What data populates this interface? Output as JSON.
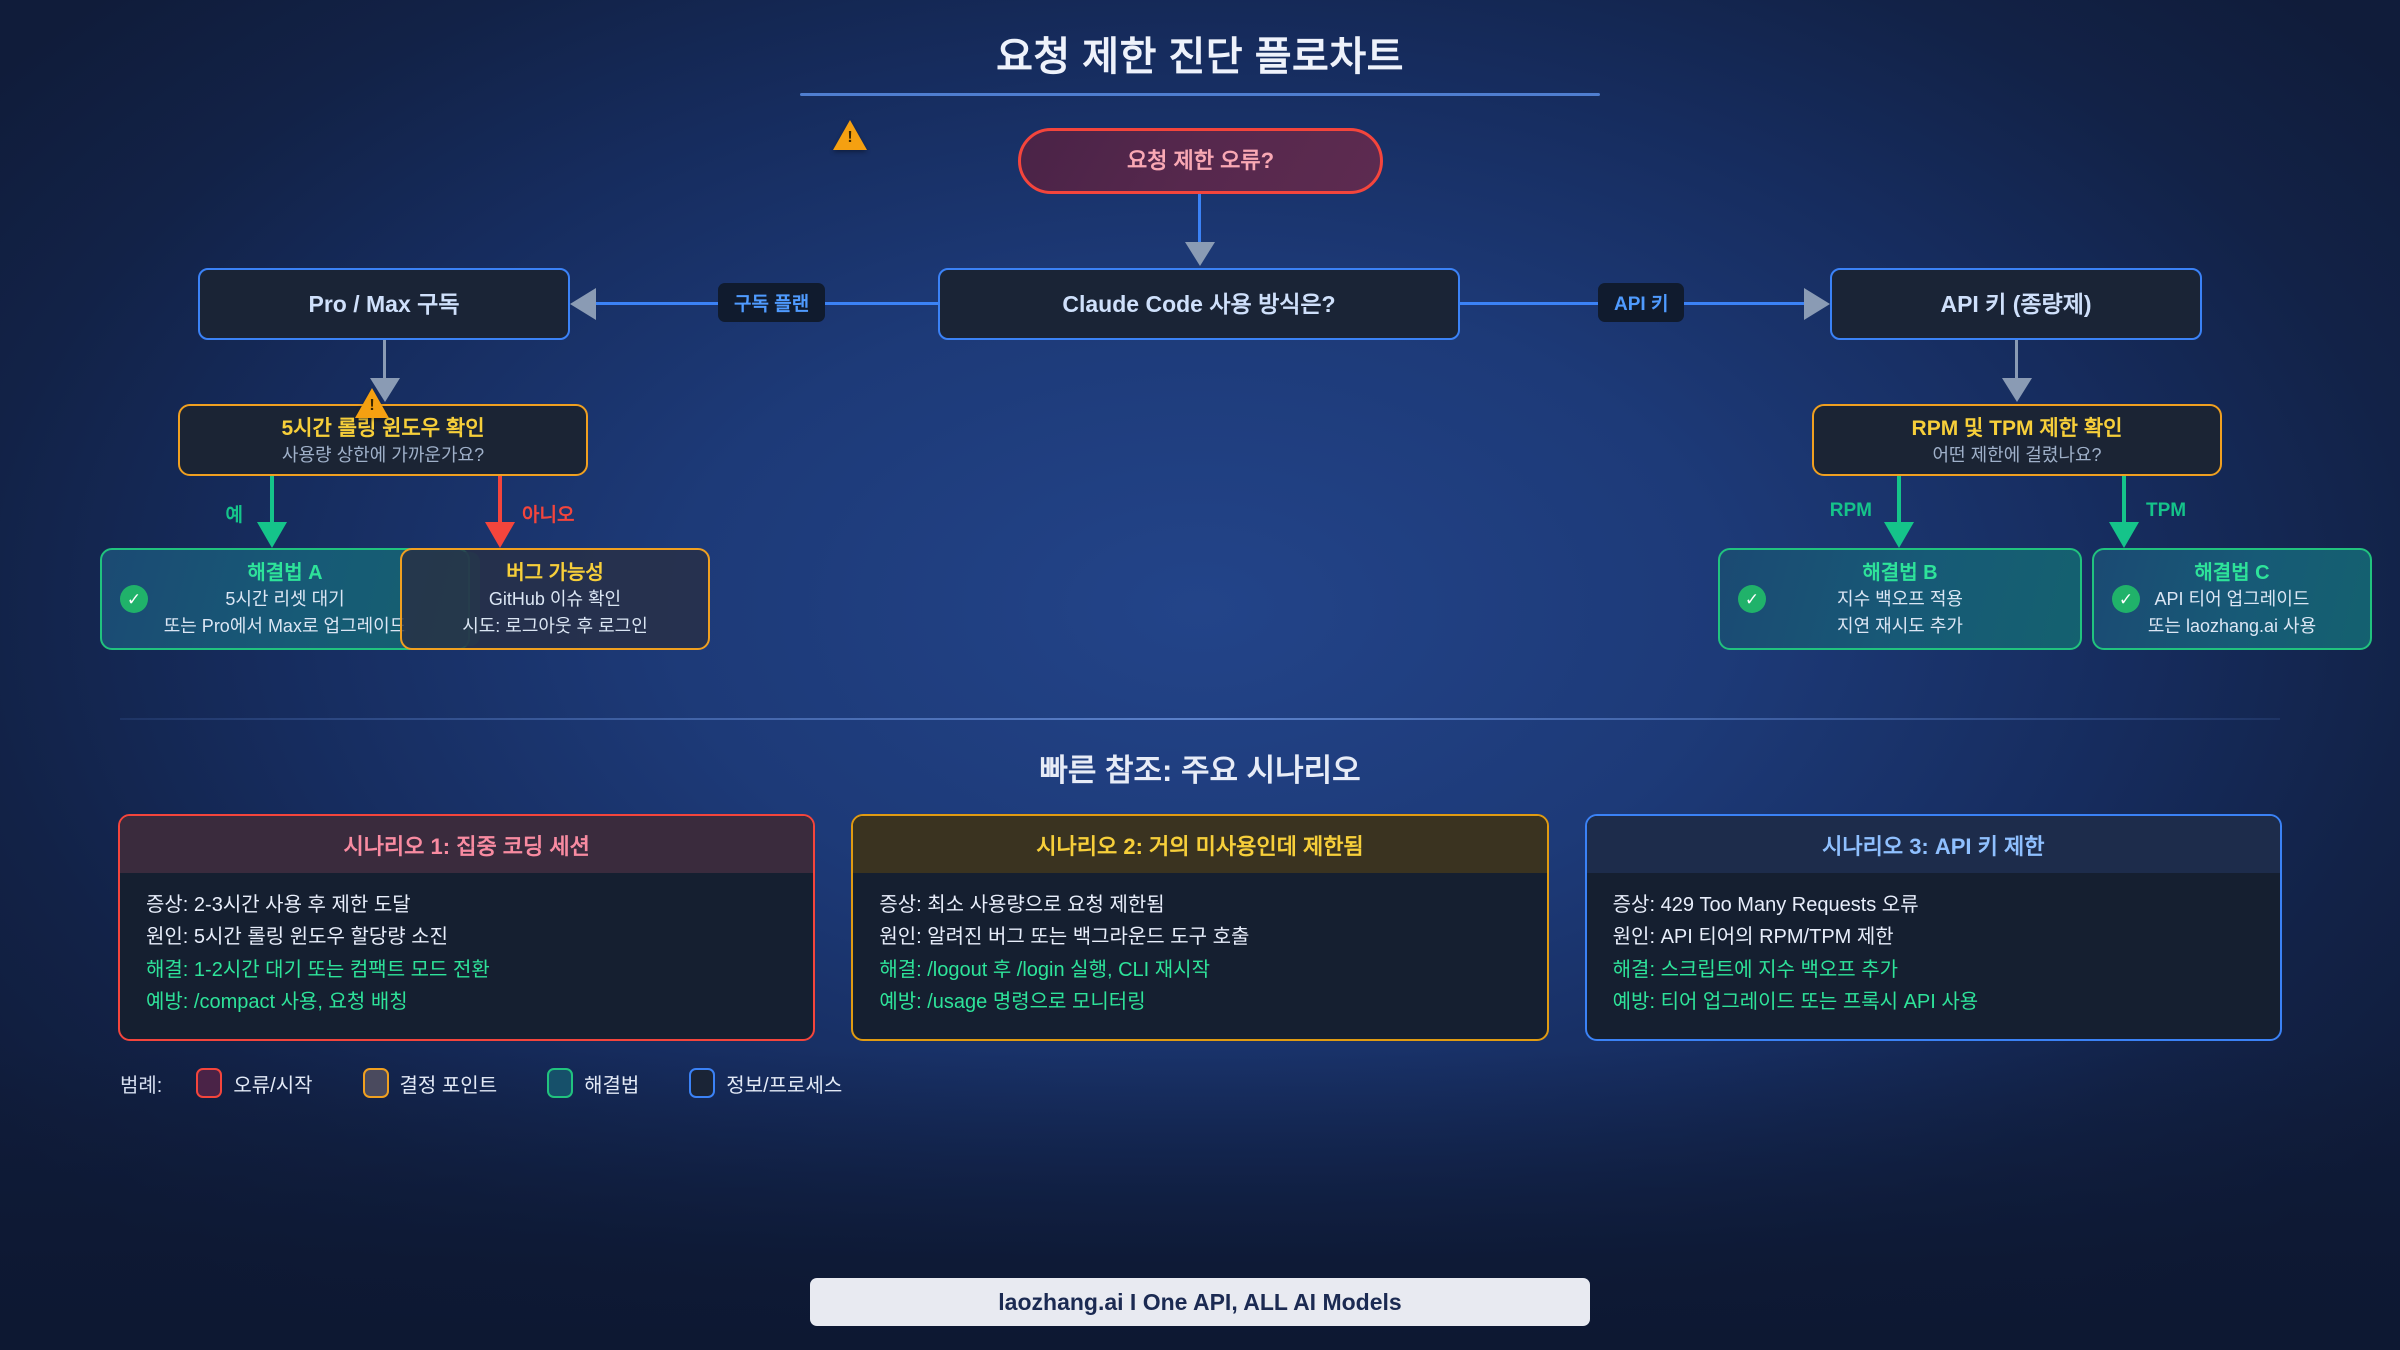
{
  "page": {
    "title": "요청 제한 진단 플로차트",
    "section_heading": "빠른 참조: 주요 시나리오",
    "footer": "laozhang.ai I One API, ALL AI Models"
  },
  "colors": {
    "error": "#f4453c",
    "decision": "#f0a020",
    "solution": "#21c37e",
    "info": "#3b82f6",
    "warning": "#f5a011",
    "yes_edge": "#15c48a",
    "no_edge": "#f4453c"
  },
  "flow": {
    "error_node": {
      "label": "요청 제한 오류?"
    },
    "claude_node": {
      "label": "Claude Code 사용 방식은?"
    },
    "promax_node": {
      "label": "Pro / Max 구독"
    },
    "apikey_node": {
      "label": "API 키 (종량제)"
    },
    "edge_labels": {
      "plan": "구독 플랜",
      "api_key": "API 키",
      "yes": "예",
      "no": "아니오",
      "rpm": "RPM",
      "tpm": "TPM"
    },
    "decision_left": {
      "title": "5시간 롤링 윈도우 확인",
      "subtitle": "사용량 상한에 가까운가요?"
    },
    "decision_right": {
      "title": "RPM 및 TPM 제한 확인",
      "subtitle": "어떤 제한에 걸렸나요?"
    },
    "solution_a": {
      "title": "해결법 A",
      "line1": "5시간 리셋 대기",
      "line2": "또는 Pro에서 Max로 업그레이드"
    },
    "bug_node": {
      "title": "버그 가능성",
      "line1": "GitHub 이슈 확인",
      "line2": "시도: 로그아웃 후 로그인"
    },
    "solution_b": {
      "title": "해결법 B",
      "line1": "지수 백오프 적용",
      "line2": "지연 재시도 추가"
    },
    "solution_c": {
      "title": "해결법 C",
      "line1": "API 티어 업그레이드",
      "line2": "또는 laozhang.ai 사용"
    },
    "check_mark": "✓",
    "warning_mark": "!"
  },
  "scenarios": [
    {
      "tone": "c-red",
      "heading": "시나리오 1: 집중 코딩 세션",
      "lines": [
        {
          "text": "증상: 2-3시간 사용 후 제한 도달",
          "solution": false
        },
        {
          "text": "원인: 5시간 롤링 윈도우 할당량 소진",
          "solution": false
        },
        {
          "text": "해결: 1-2시간 대기 또는 컴팩트 모드 전환",
          "solution": true
        },
        {
          "text": "예방: /compact 사용, 요청 배칭",
          "solution": true
        }
      ]
    },
    {
      "tone": "c-amber",
      "heading": "시나리오 2: 거의 미사용인데 제한됨",
      "lines": [
        {
          "text": "증상: 최소 사용량으로 요청 제한됨",
          "solution": false
        },
        {
          "text": "원인: 알려진 버그 또는 백그라운드 도구 호출",
          "solution": false
        },
        {
          "text": "해결: /logout 후 /login 실행, CLI 재시작",
          "solution": true
        },
        {
          "text": "예방: /usage 명령으로 모니터링",
          "solution": true
        }
      ]
    },
    {
      "tone": "c-blue",
      "heading": "시나리오 3: API 키 제한",
      "lines": [
        {
          "text": "증상: 429 Too Many Requests 오류",
          "solution": false
        },
        {
          "text": "원인: API 티어의 RPM/TPM 제한",
          "solution": false
        },
        {
          "text": "해결: 스크립트에 지수 백오프 추가",
          "solution": true
        },
        {
          "text": "예방: 티어 업그레이드 또는 프록시 API 사용",
          "solution": true
        }
      ]
    }
  ],
  "legend": {
    "label": "범례:",
    "items": [
      {
        "text": "오류/시작",
        "border": "#f4453c",
        "fill": "#4a2347"
      },
      {
        "text": "결정 포인트",
        "border": "#f0a020",
        "fill": "#4a4a5e"
      },
      {
        "text": "해결법",
        "border": "#21c37e",
        "fill": "#16506a"
      },
      {
        "text": "정보/프로세스",
        "border": "#3b82f6",
        "fill": "#1a2436"
      }
    ]
  }
}
